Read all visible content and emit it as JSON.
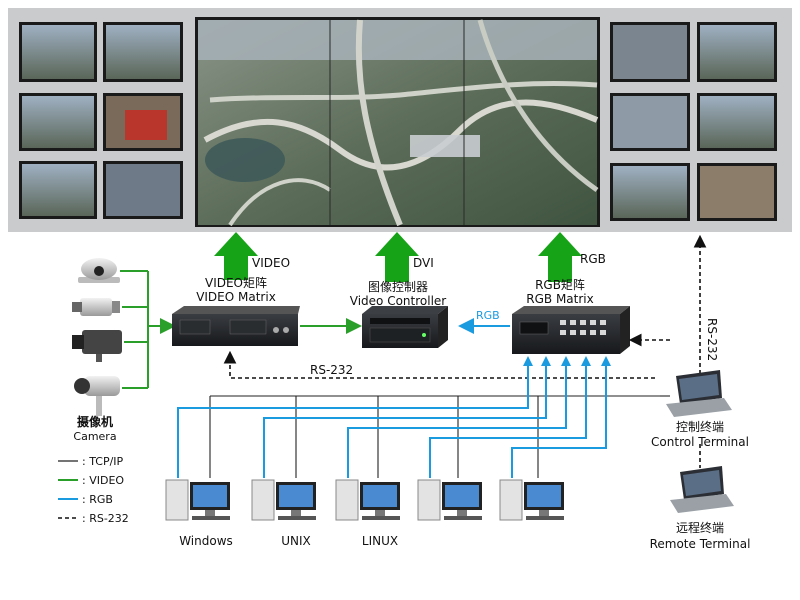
{
  "labels": {
    "video": "VIDEO",
    "dvi": "DVI",
    "rgb_out": "RGB",
    "rgb_in": "RGB",
    "rs232": "RS-232",
    "rs232_vertical": "RS-232",
    "video_matrix_cn": "VIDEO矩阵",
    "video_matrix_en": "VIDEO Matrix",
    "controller_cn": "图像控制器",
    "controller_en": "Video Controller",
    "rgb_matrix_cn": "RGB矩阵",
    "rgb_matrix_en": "RGB Matrix",
    "camera_cn": "摄像机",
    "camera_en": "Camera",
    "control_terminal_cn": "控制终端",
    "control_terminal_en": "Control Terminal",
    "remote_terminal_cn": "远程终端",
    "remote_terminal_en": "Remote Terminal"
  },
  "workstations": [
    "Windows",
    "UNIX",
    "LINUX",
    "",
    ""
  ],
  "legend": [
    {
      "label": ": TCP/IP",
      "style": "tcp"
    },
    {
      "label": ": VIDEO",
      "style": "video"
    },
    {
      "label": ": RGB",
      "style": "rgb"
    },
    {
      "label": ": RS-232",
      "style": "rs232"
    }
  ],
  "colors": {
    "tcp": "#222222",
    "video": "#2aa02a",
    "rgb": "#1a9be0",
    "arrow_green": "#17a317",
    "wall_bg": "#c9cbcd"
  }
}
